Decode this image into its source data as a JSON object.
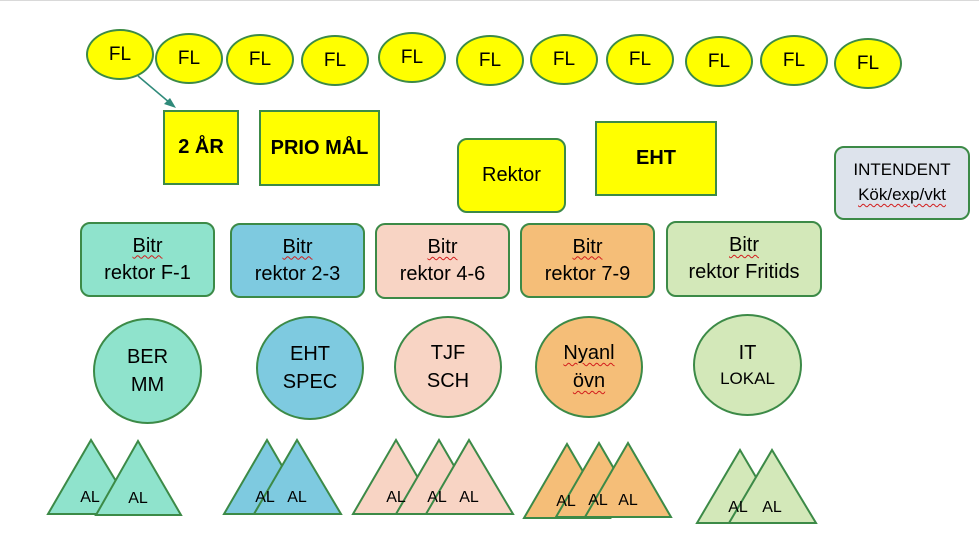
{
  "fl_label": "FL",
  "top_boxes": {
    "two_years": "2 ÅR",
    "prio": "PRIO MÅL",
    "rektor": "Rektor",
    "eht": "EHT"
  },
  "intendent": {
    "line1": "INTENDENT",
    "line2": "Kök/exp/vkt"
  },
  "bitr": [
    {
      "line1": "Bitr",
      "line2": "rektor F-1",
      "color": "#8fe3cc"
    },
    {
      "line1": "Bitr",
      "line2": "rektor 2-3",
      "color": "#7ecae0"
    },
    {
      "line1": "Bitr",
      "line2": "rektor 4-6",
      "color": "#f8d4c4"
    },
    {
      "line1": "Bitr",
      "line2": "rektor 7-9",
      "color": "#f5be78"
    },
    {
      "line1": "Bitr",
      "line2": "rektor Fritids",
      "color": "#d3e8b9"
    }
  ],
  "circles": [
    {
      "line1": "BER",
      "line2": "MM"
    },
    {
      "line1": "EHT",
      "line2": "SPEC"
    },
    {
      "line1": "TJF",
      "line2": "SCH"
    },
    {
      "line1": "Nyanl",
      "line2": "övn"
    },
    {
      "line1": "IT",
      "line2": "LOKAL"
    }
  ],
  "al_label": "AL",
  "colors": {
    "yellow": "#ffff00",
    "border": "#3c8a47",
    "intendent": "#dde3ec",
    "squiggle": "#d21c1c"
  }
}
